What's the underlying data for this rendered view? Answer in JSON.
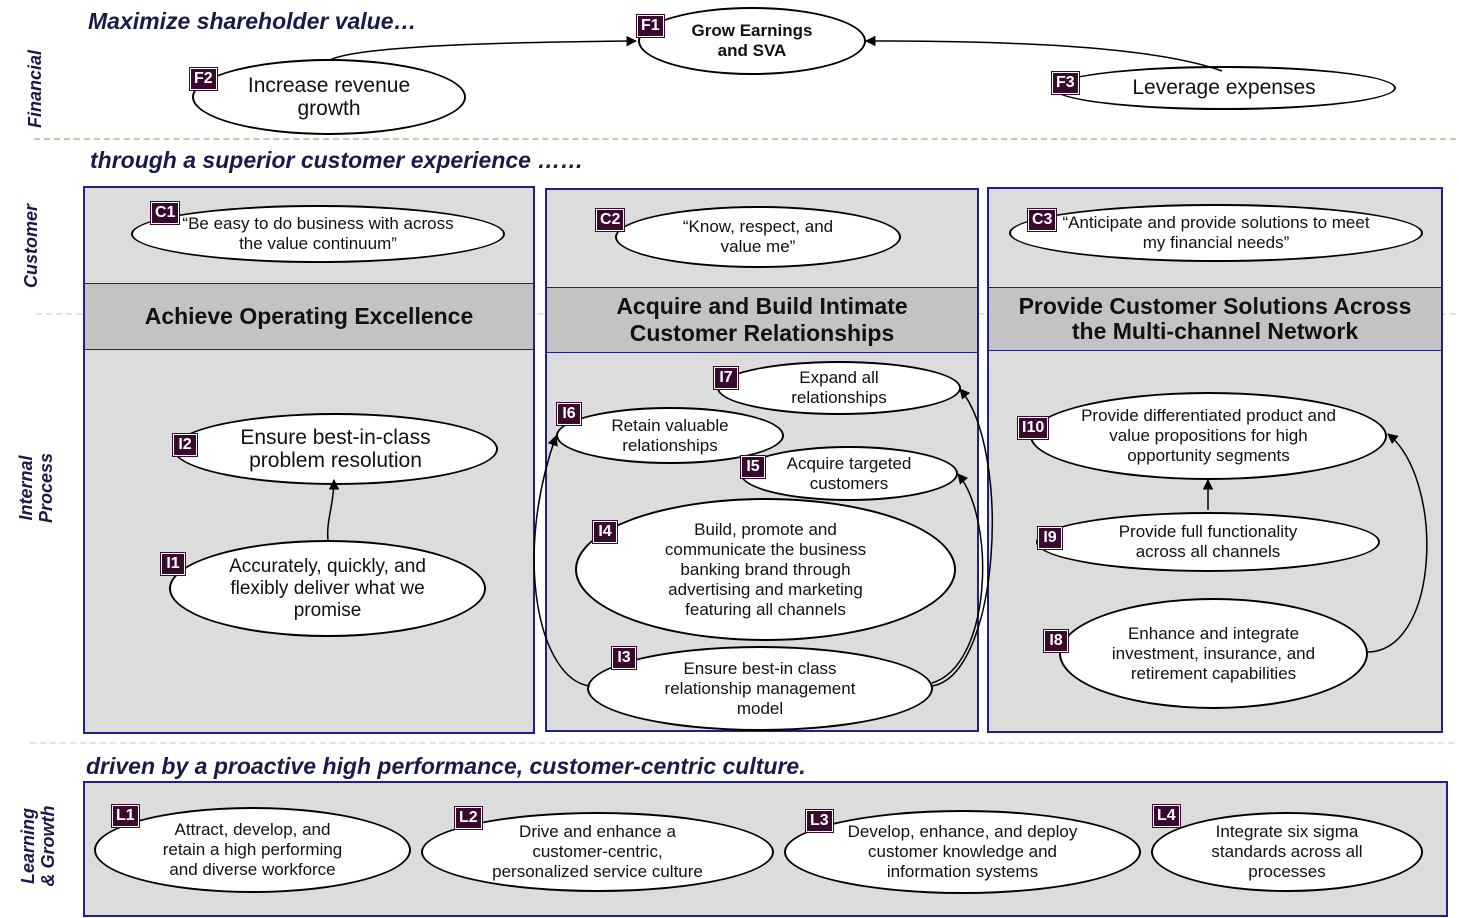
{
  "row_labels": {
    "financial": "Financial",
    "customer": "Customer",
    "internal": [
      "Internal",
      "Process"
    ],
    "learning": [
      "Learning",
      "& Growth"
    ]
  },
  "taglines": {
    "financial": "Maximize shareholder value…",
    "customer": "through a superior customer experience ……",
    "learning": "driven by a proactive high performance, customer-centric culture."
  },
  "themes": {
    "t1": "Achieve Operating Excellence",
    "t2": "Acquire and Build Intimate Customer Relationships",
    "t3": "Provide Customer Solutions Across the Multi-channel Network"
  },
  "objectives": {
    "F1": {
      "code": "F1",
      "text": "Grow Earnings and SVA"
    },
    "F2": {
      "code": "F2",
      "text": "Increase revenue growth"
    },
    "F3": {
      "code": "F3",
      "text": "Leverage expenses"
    },
    "C1": {
      "code": "C1",
      "text": "“Be easy to do business with across the value continuum”"
    },
    "C2": {
      "code": "C2",
      "text": "“Know, respect, and value me”"
    },
    "C3": {
      "code": "C3",
      "text": "“Anticipate and provide solutions to meet my financial needs”"
    },
    "I1": {
      "code": "I1",
      "text": "Accurately, quickly, and flexibly deliver what we promise"
    },
    "I2": {
      "code": "I2",
      "text": "Ensure best-in-class problem resolution"
    },
    "I3": {
      "code": "I3",
      "text": "Ensure best-in class relationship management model"
    },
    "I4": {
      "code": "I4",
      "text": "Build, promote and communicate the business banking brand through advertising and marketing featuring all channels"
    },
    "I5": {
      "code": "I5",
      "text": "Acquire targeted customers"
    },
    "I6": {
      "code": "I6",
      "text": "Retain valuable relationships"
    },
    "I7": {
      "code": "I7",
      "text": "Expand all relationships"
    },
    "I8": {
      "code": "I8",
      "text": "Enhance and integrate investment, insurance, and retirement capabilities"
    },
    "I9": {
      "code": "I9",
      "text": "Provide full functionality across all channels"
    },
    "I10": {
      "code": "I10",
      "text": "Provide differentiated product and value propositions for high opportunity segments"
    },
    "L1": {
      "code": "L1",
      "text": "Attract, develop, and retain a high performing and diverse workforce"
    },
    "L2": {
      "code": "L2",
      "text": "Drive and enhance a customer-centric, personalized service culture"
    },
    "L3": {
      "code": "L3",
      "text": "Develop, enhance, and deploy customer knowledge and information systems"
    },
    "L4": {
      "code": "L4",
      "text": "Integrate six sigma standards across all processes"
    }
  }
}
